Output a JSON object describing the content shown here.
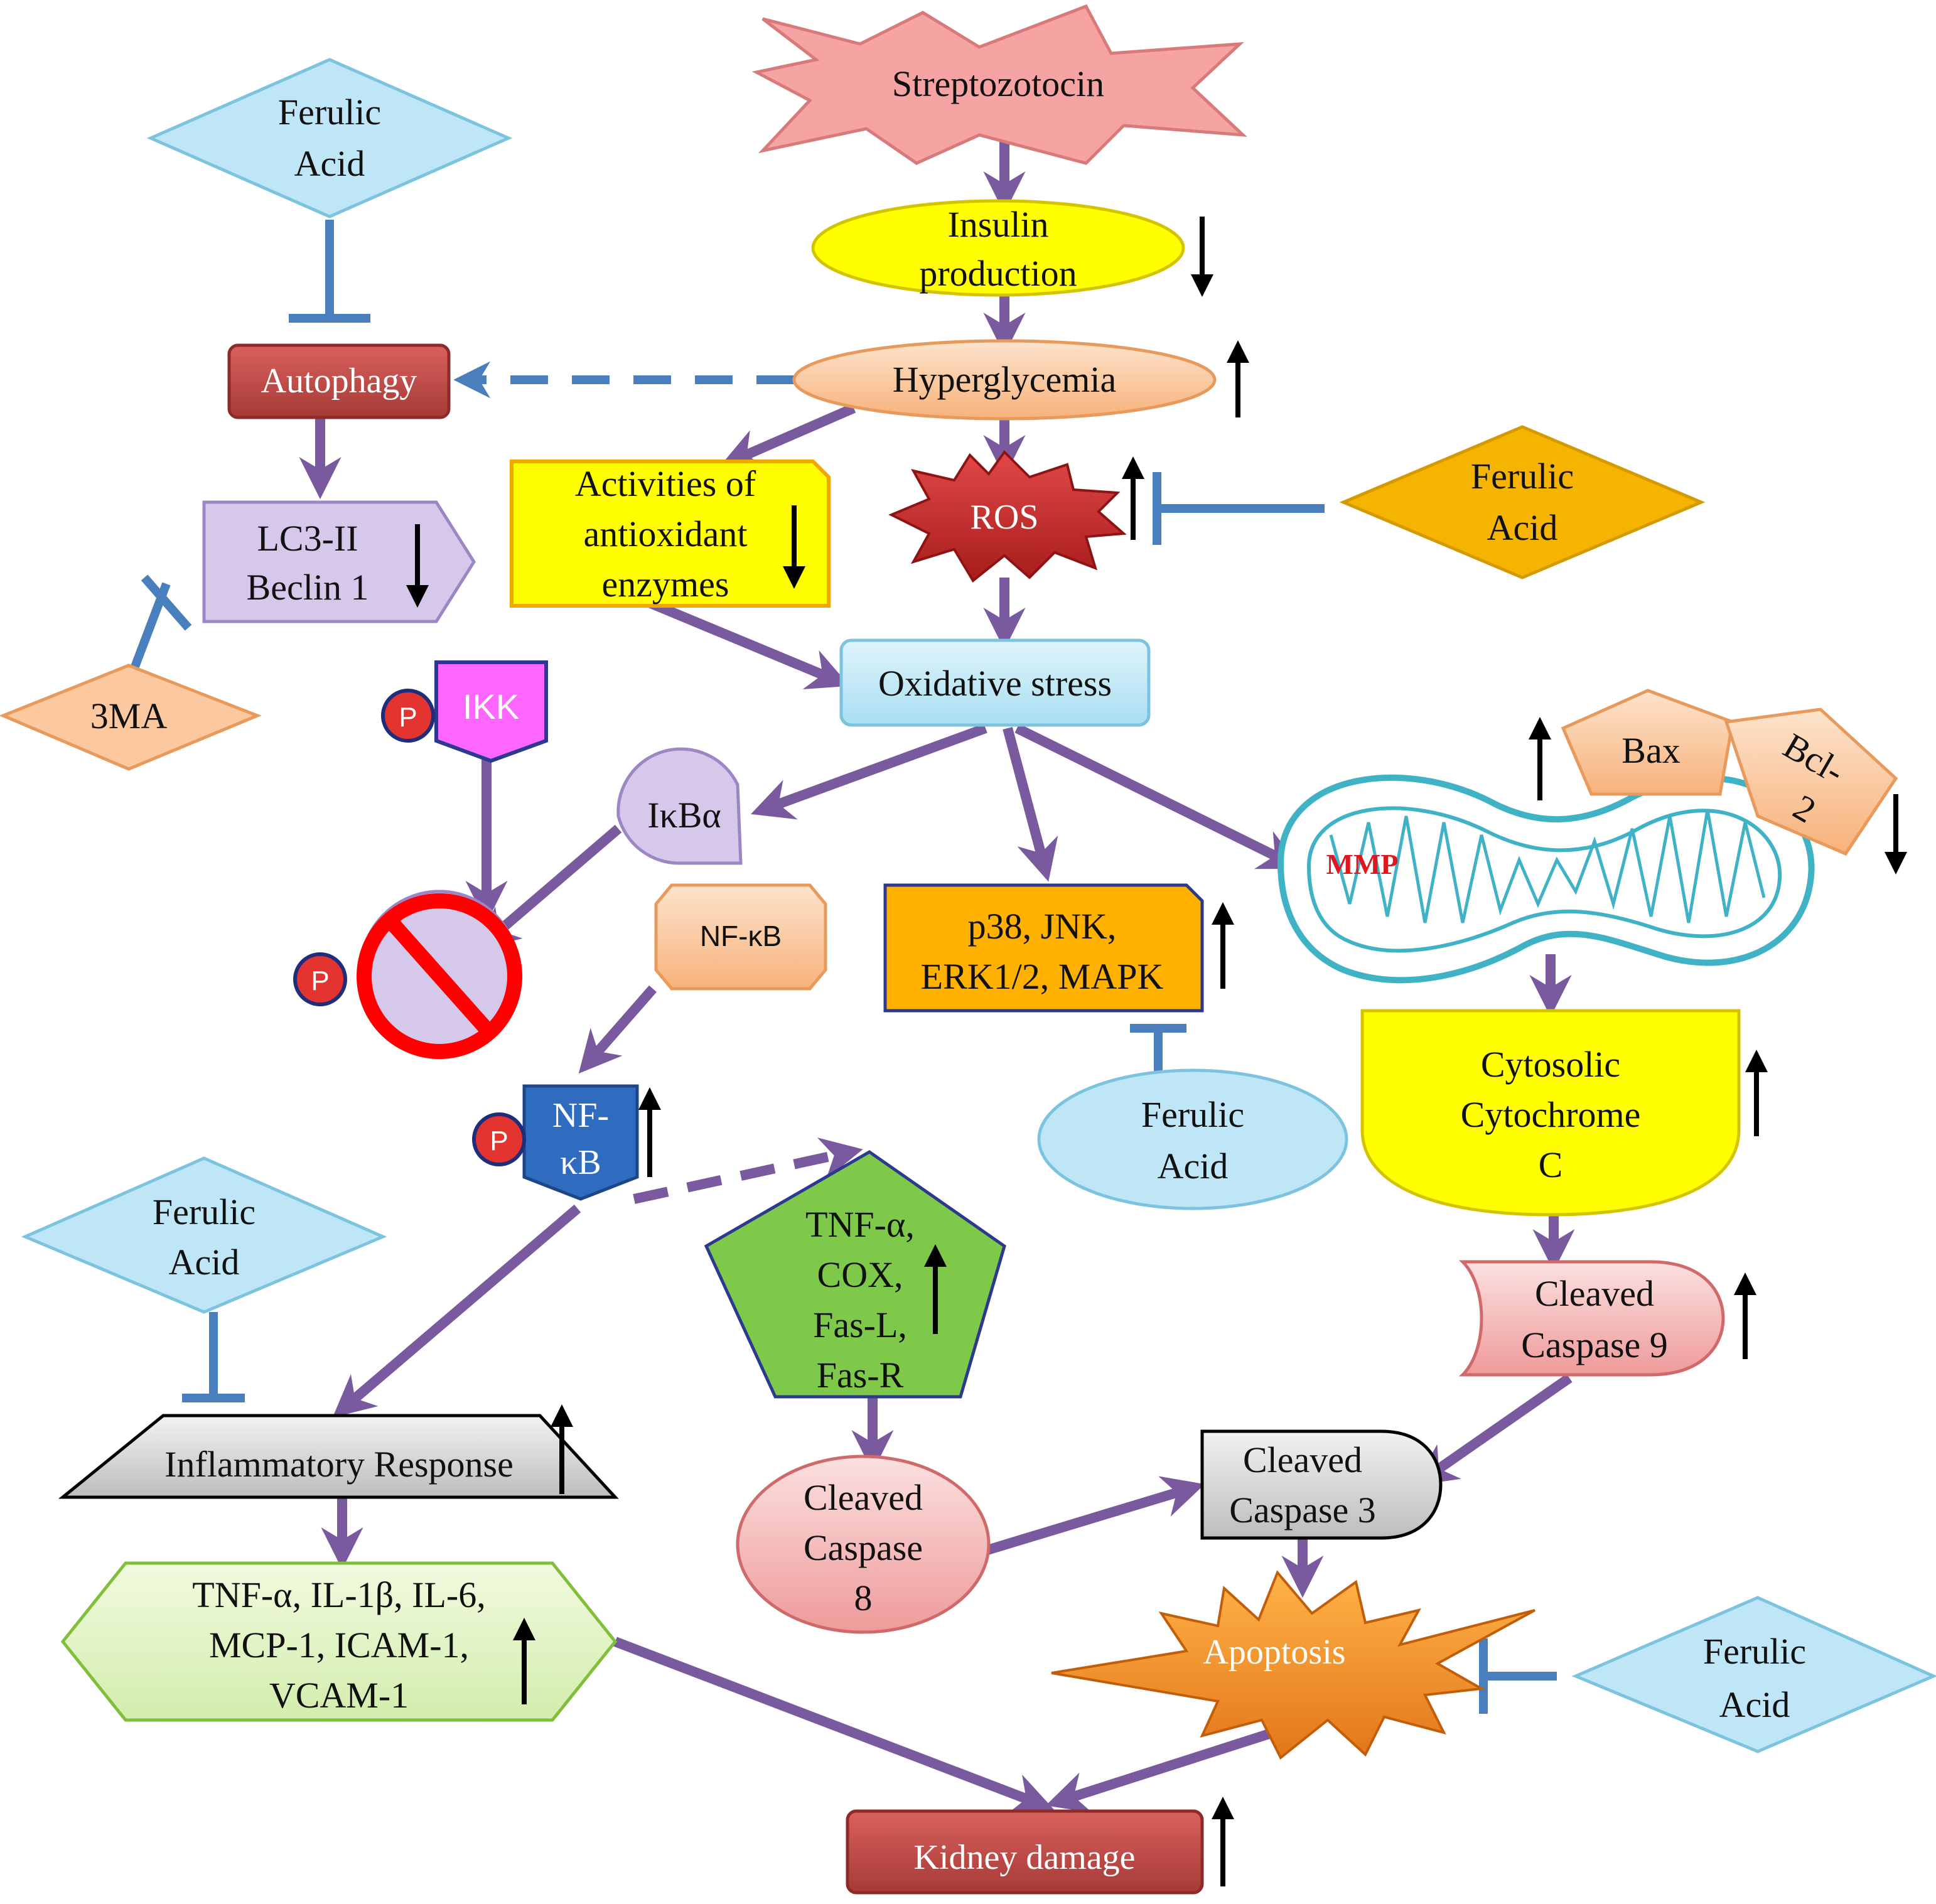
{
  "colors": {
    "arrow": "#7a5a9e",
    "inhibition": "#4a7fbd",
    "ferulic_fill": "#bfe6f6",
    "ferulic_orange": "#f5b400",
    "red_box": "#c0504d",
    "green_box": "#7ec84a",
    "yellow_box": "#ffff00",
    "orange_box": "#ffb100",
    "peach": "#fbc89f",
    "lavender": "#d6c8ea"
  },
  "nodes": {
    "streptozotocin": "Streptozotocin",
    "insulin": [
      "Insulin",
      "production"
    ],
    "hyperglycemia": "Hyperglycemia",
    "autophagy": "Autophagy",
    "lc3": [
      "LC3-II",
      "Beclin  1"
    ],
    "ma3": "3MA",
    "antioxidant": [
      "Activities of",
      "antioxidant",
      "enzymes"
    ],
    "ros": "ROS",
    "oxidative_stress": "Oxidative stress",
    "ikk": "IKK",
    "ikba": "IκBα",
    "nfkb_inactive": "NF-κB",
    "nfkb_active": [
      "NF-",
      "κB"
    ],
    "phospho": "P",
    "mapk": [
      "p38, JNK,",
      "ERK1/2, MAPK"
    ],
    "mmp": "MMP",
    "bax": "Bax",
    "bcl2": [
      "Bcl-",
      "2"
    ],
    "cytochrome": [
      "Cytosolic",
      "Cytochrome",
      "C"
    ],
    "caspase9": [
      "Cleaved",
      "Caspase 9"
    ],
    "tnf_cox": [
      "TNF-α,",
      "COX,",
      "Fas-L,",
      "Fas-R"
    ],
    "caspase8": [
      "Cleaved",
      "Caspase",
      "8"
    ],
    "caspase3": [
      "Cleaved",
      "Caspase 3"
    ],
    "inflammatory": "Inflammatory Response",
    "cytokines": [
      "TNF-α, IL-1β, IL-6,",
      "MCP-1, ICAM-1,",
      "VCAM-1"
    ],
    "apoptosis": "Apoptosis",
    "kidney": "Kidney damage",
    "ferulic": [
      "Ferulic",
      "Acid"
    ]
  },
  "direction_markers": {
    "insulin": "down",
    "hyperglycemia": "up",
    "lc3": "down",
    "antioxidant": "down",
    "ros": "up",
    "mapk": "up",
    "bax": "up",
    "bcl2": "down",
    "nfkb": "up",
    "cytochrome": "up",
    "caspase9": "up",
    "tnf_cox": "up",
    "inflammatory": "up",
    "cytokines": "up",
    "kidney": "up"
  }
}
